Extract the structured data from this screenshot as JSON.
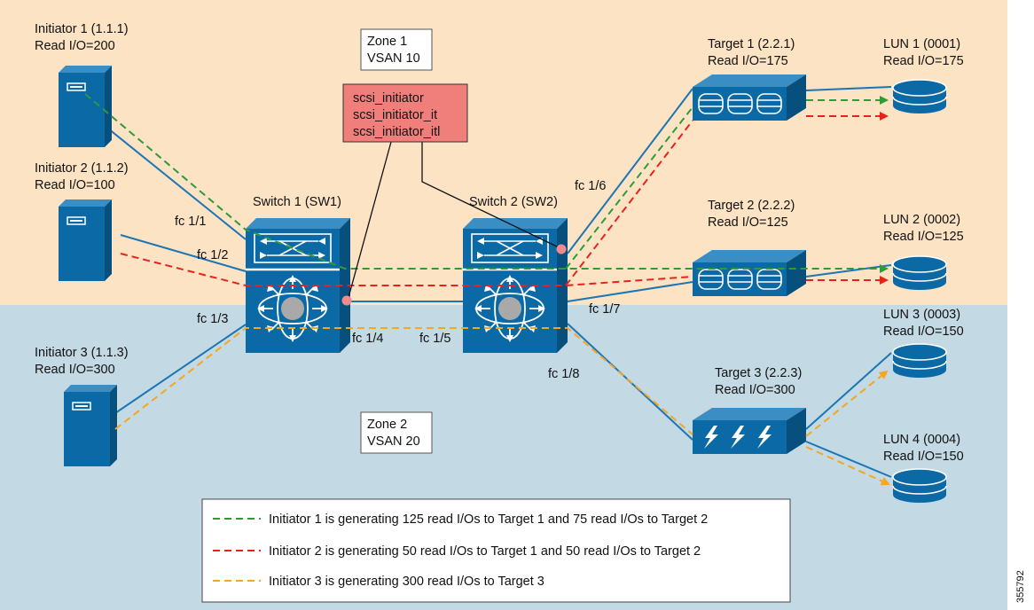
{
  "zones": [
    {
      "label": "Zone 1",
      "vsan": "VSAN 10",
      "color": "#fbe3c3"
    },
    {
      "label": "Zone 2",
      "vsan": "VSAN 20",
      "color": "#c3d9e4"
    }
  ],
  "metrics_box": {
    "lines": [
      "scsi_initiator",
      "scsi_initiator_it",
      "scsi_initiator_itl"
    ],
    "color": "#f07f7c"
  },
  "initiators": [
    {
      "name": "Initiator 1 (1.1.1)",
      "read_io": "Read I/O=200"
    },
    {
      "name": "Initiator 2 (1.1.2)",
      "read_io": "Read I/O=100"
    },
    {
      "name": "Initiator 3 (1.1.3)",
      "read_io": "Read I/O=300"
    }
  ],
  "switches": [
    {
      "name": "Switch 1 (SW1)"
    },
    {
      "name": "Switch 2 (SW2)"
    }
  ],
  "targets": [
    {
      "name": "Target 1 (2.2.1)",
      "read_io": "Read I/O=175"
    },
    {
      "name": "Target 2 (2.2.2)",
      "read_io": "Read I/O=125"
    },
    {
      "name": "Target 3 (2.2.3)",
      "read_io": "Read I/O=300"
    }
  ],
  "luns": [
    {
      "name": "LUN 1 (0001)",
      "read_io": "Read I/O=175"
    },
    {
      "name": "LUN 2 (0002)",
      "read_io": "Read I/O=125"
    },
    {
      "name": "LUN 3 (0003)",
      "read_io": "Read I/O=150"
    },
    {
      "name": "LUN 4 (0004)",
      "read_io": "Read I/O=150"
    }
  ],
  "ports": [
    "fc 1/1",
    "fc 1/2",
    "fc 1/3",
    "fc 1/4",
    "fc 1/5",
    "fc 1/6",
    "fc 1/7",
    "fc 1/8"
  ],
  "legend": [
    {
      "text": "Initiator 1 is generating 125 read I/Os to Target 1 and 75 read I/Os to Target 2",
      "color": "#2e9a3a"
    },
    {
      "text": "Initiator 2 is generating 50 read I/Os to Target 1 and 50 read I/Os to Target 2",
      "color": "#e8221b"
    },
    {
      "text": "Initiator 3 is generating 300 read I/Os to Target 3",
      "color": "#f5a623"
    }
  ],
  "colors": {
    "device": "#0b6aa5",
    "link": "#1c75b5",
    "marker": "#f08a8c"
  },
  "figure_id": "355792"
}
